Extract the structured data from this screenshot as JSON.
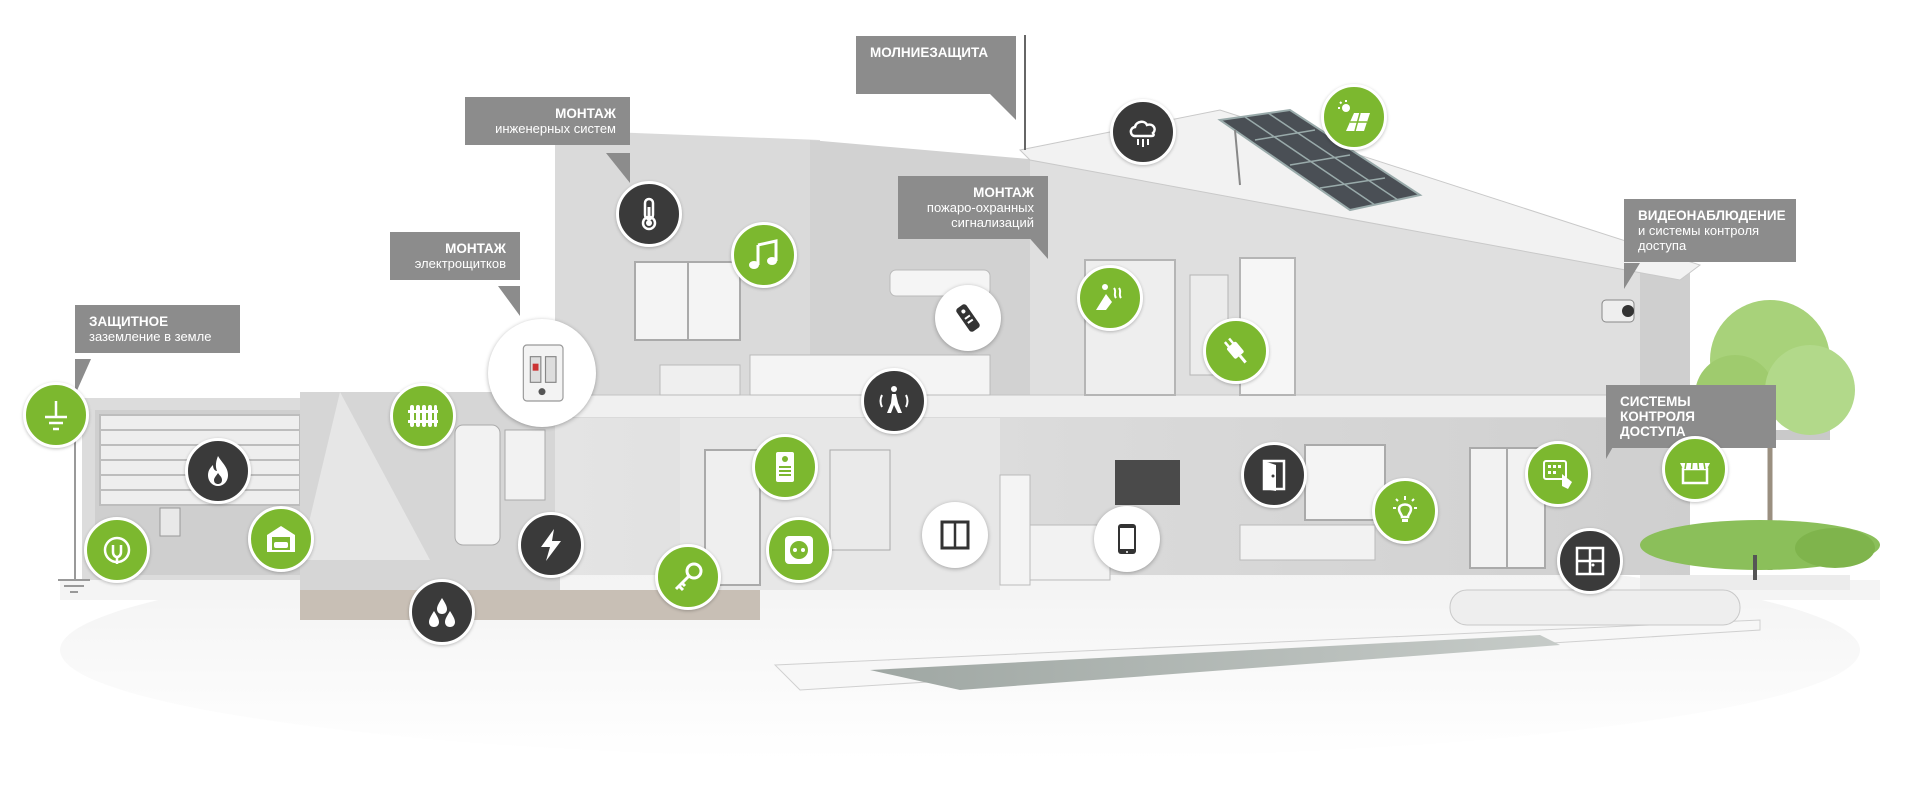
{
  "callouts": {
    "grounding": {
      "title": "ЗАЩИТНОЕ",
      "subtitle": "заземление в земле"
    },
    "panels": {
      "title": "МОНТАЖ",
      "subtitle": "электрощитков"
    },
    "engineering": {
      "title": "МОНТАЖ",
      "subtitle": "инженерных систем"
    },
    "lightning": {
      "title": "МОЛНИЕЗАЩИТА"
    },
    "fire_alarm": {
      "title": "МОНТАЖ",
      "subtitle_1": "пожаро-охранных",
      "subtitle_2": "сигнализаций"
    },
    "cctv": {
      "title": "ВИДЕОНАБЛЮДЕНИЕ",
      "subtitle_1": "и системы контроля",
      "subtitle_2": "доступа"
    },
    "access": {
      "title_1": "СИСТЕМЫ КОНТРОЛЯ",
      "title_2": "ДОСТУПА"
    }
  },
  "colors": {
    "accent_green": "#7cb82f",
    "dark_icon": "#3a3a3a",
    "callout_bg": "#8c8c8c",
    "wall": "#d9d9d9",
    "wall_dark": "#bdbdbd",
    "roof": "#efefef"
  },
  "icons": [
    "ground-icon",
    "fire-icon",
    "socket-plug-icon",
    "garage-icon",
    "radiator-icon",
    "breaker-icon",
    "water-drops-icon",
    "lightning-bolt-icon",
    "thermometer-icon",
    "music-icon",
    "remote-control-icon",
    "motion-sensor-icon",
    "intercom-icon",
    "key-icon",
    "power-outlet-icon",
    "light-switch-icon",
    "tablet-icon",
    "weather-cloud-icon",
    "solar-panel-icon",
    "shower-heating-icon",
    "plug-power-icon",
    "door-icon",
    "lamp-icon",
    "window-shutter-icon",
    "access-keypad-icon",
    "awning-icon"
  ]
}
